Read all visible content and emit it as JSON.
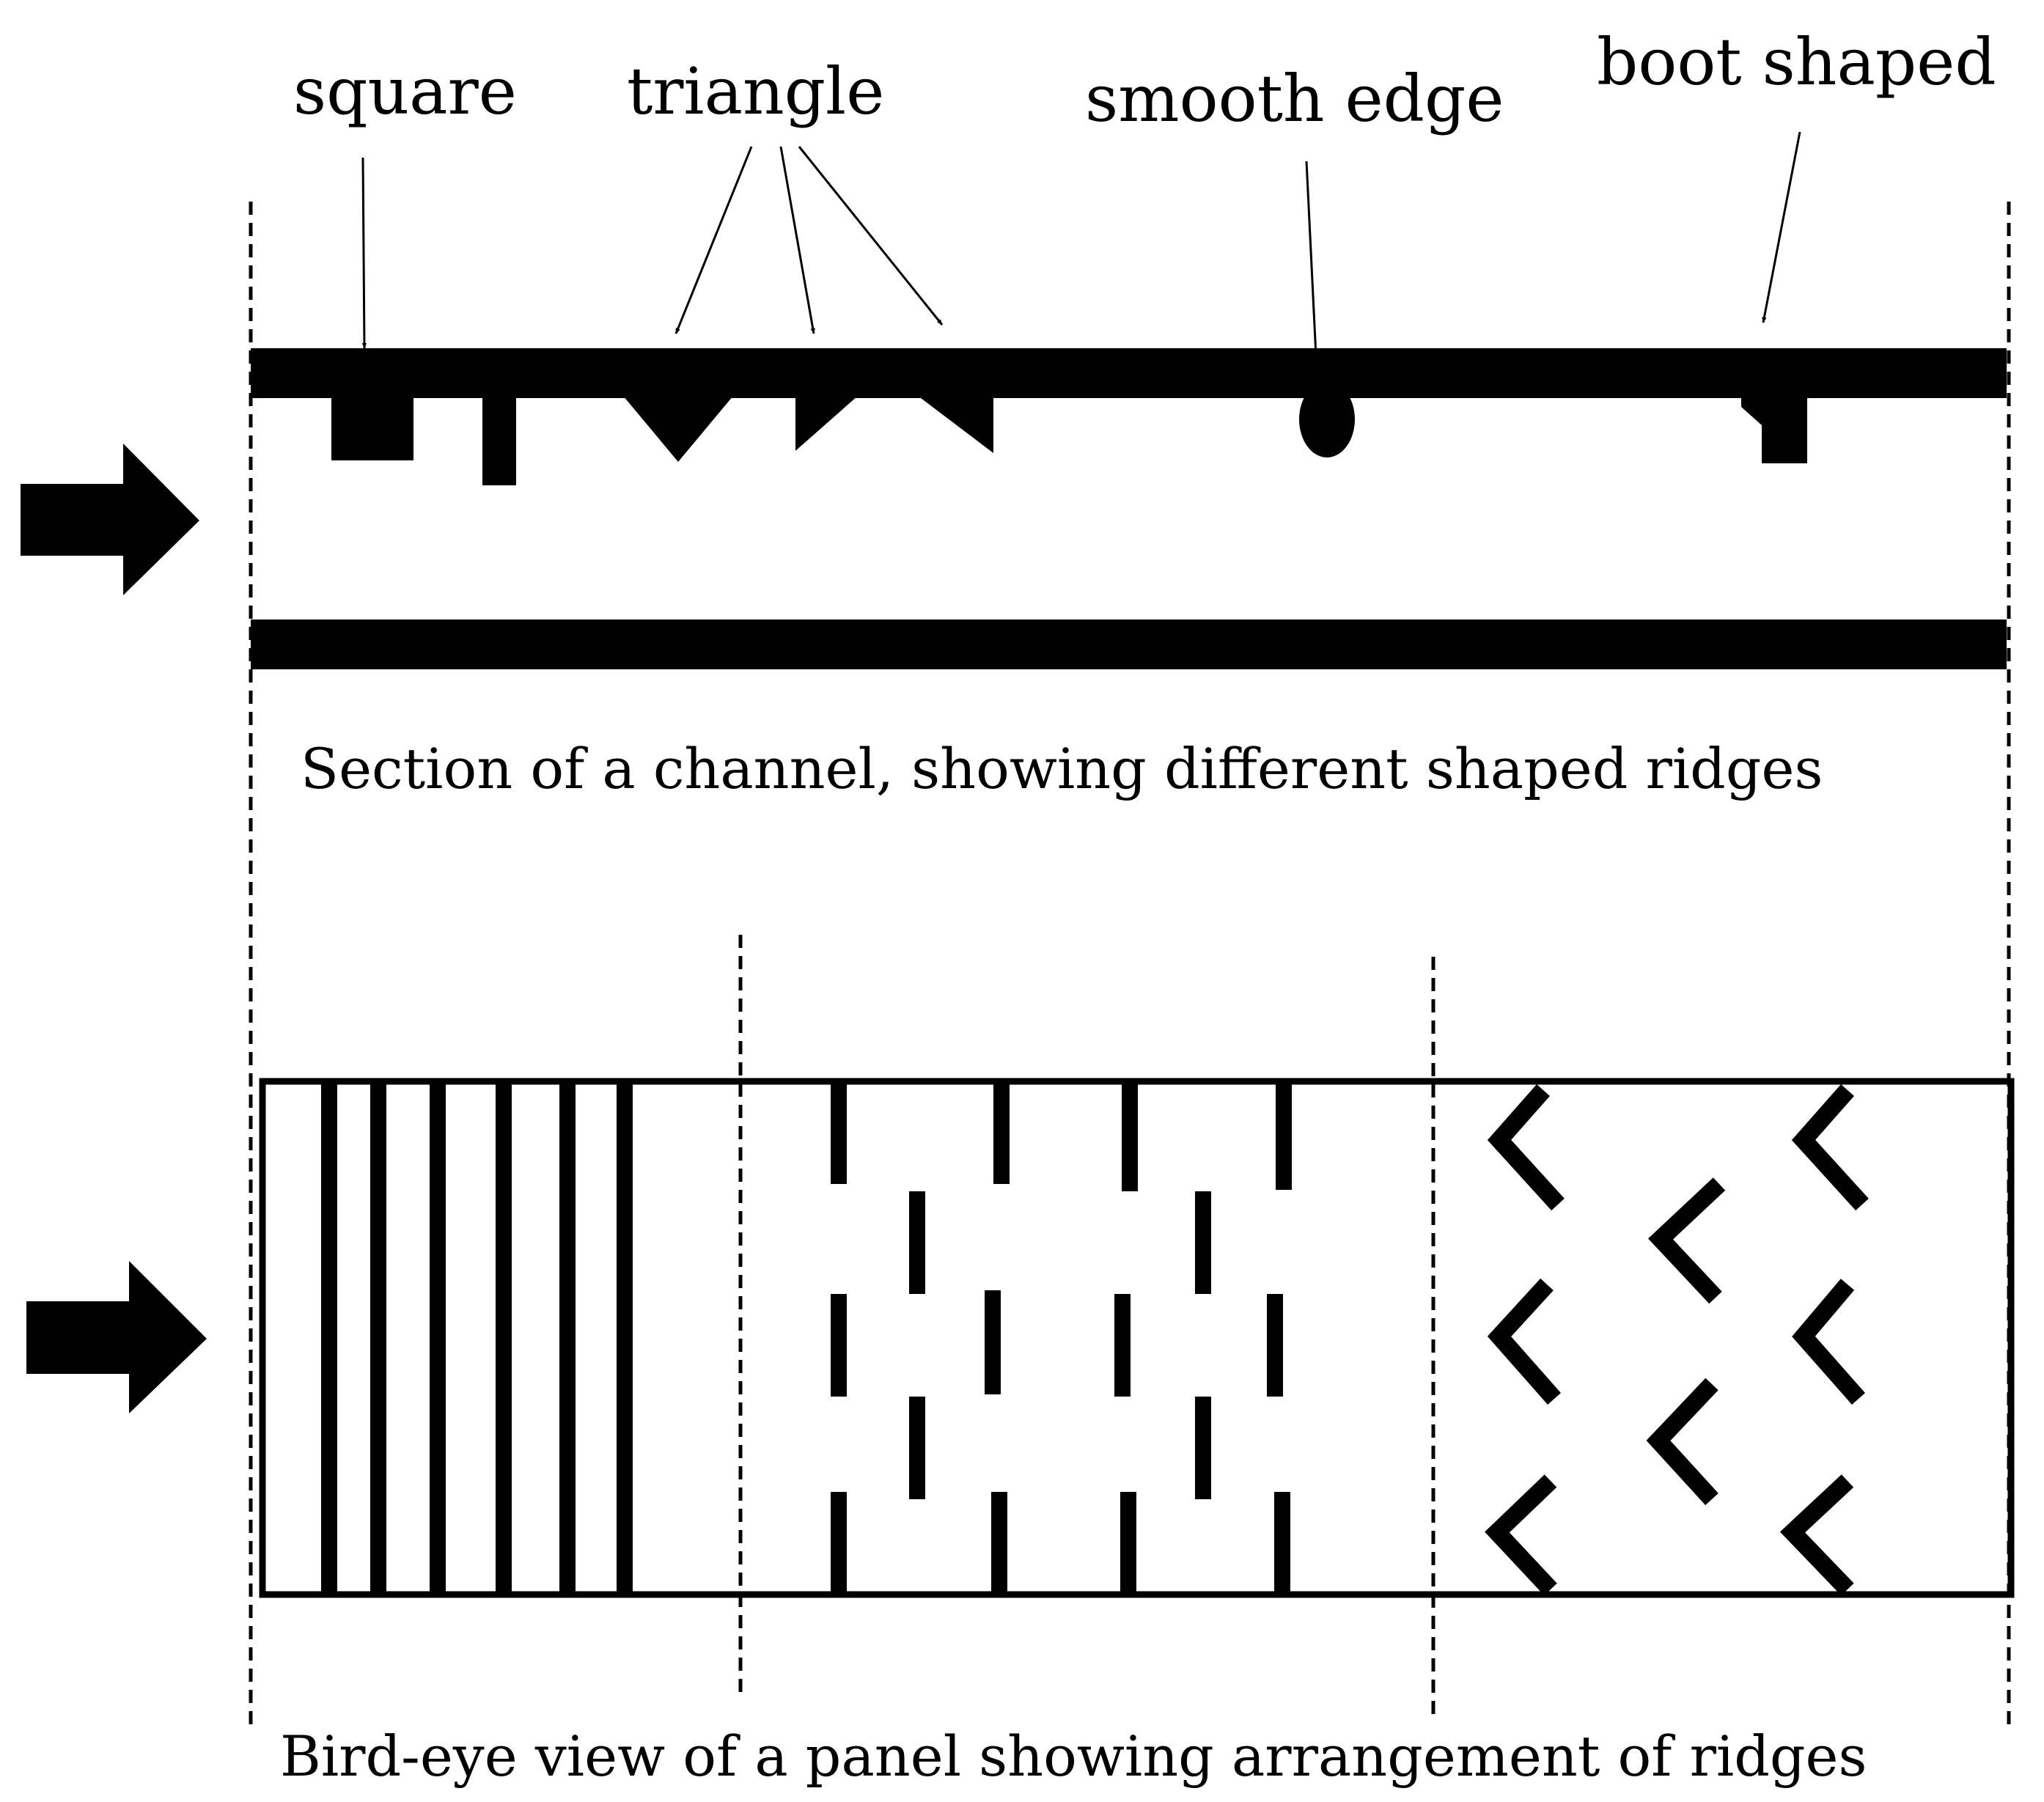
{
  "labels": {
    "square": "square",
    "triangle": "triangle",
    "smooth_edge": "smooth edge",
    "boot_shaped": "boot shaped"
  },
  "captions": {
    "section": "Section of a channel, showing different shaped ridges",
    "birdeye": "Bird-eye view of a panel  showing arrangement of ridges"
  },
  "colors": {
    "ink": "#000000",
    "background": "#ffffff"
  },
  "icons": {
    "flow_arrow_top": "flow-direction-arrow",
    "flow_arrow_bottom": "flow-direction-arrow"
  }
}
